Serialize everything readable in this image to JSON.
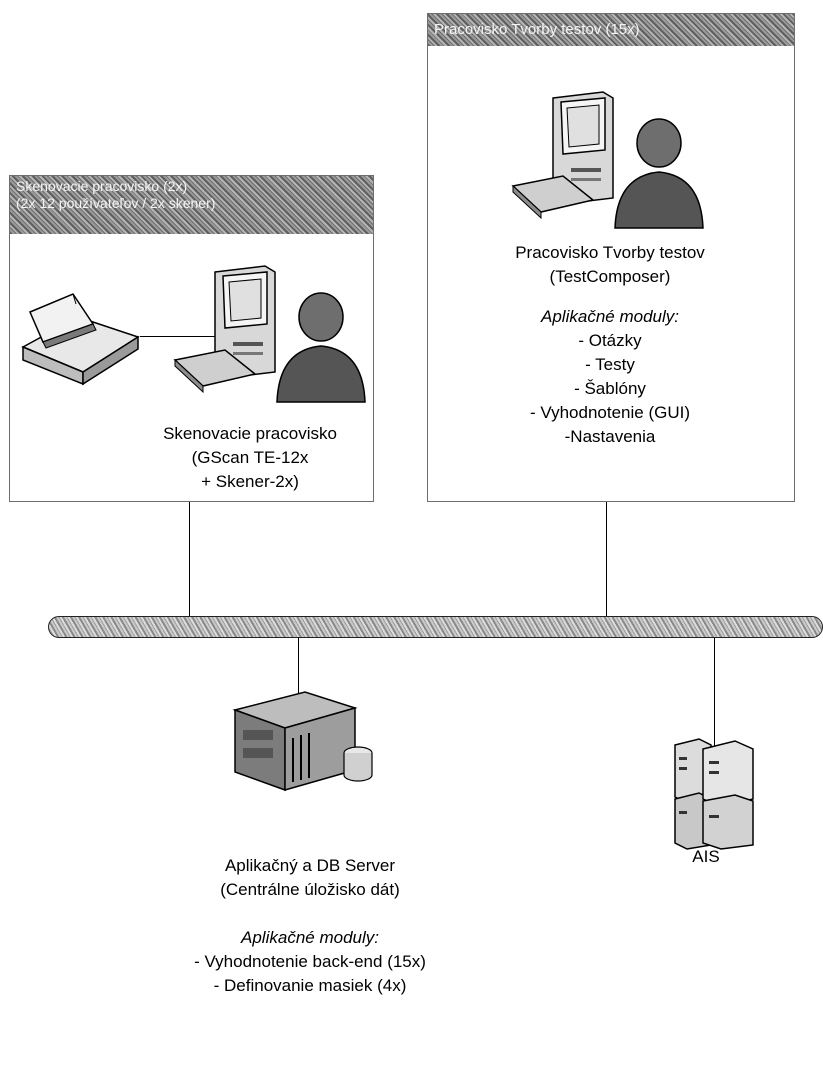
{
  "left_panel": {
    "header_line1": "Skenovacie pracovisko (2x)",
    "header_line2": "(2x 12 používateľov / 2x skener)",
    "caption_line1": "Skenovacie pracovisko",
    "caption_line2": "(GScan TE-12x",
    "caption_line3": "+ Skener-2x)"
  },
  "right_panel": {
    "header": "Pracovisko Tvorby testov (15x)",
    "caption_line1": "Pracovisko Tvorby testov",
    "caption_line2": "(TestComposer)",
    "modules_title": "Aplikačné moduly:",
    "modules": [
      "- Otázky",
      "- Testy",
      "- Šablóny",
      "- Vyhodnotenie (GUI)",
      "-Nastavenia"
    ]
  },
  "server": {
    "caption_line1": "Aplikačný a DB Server",
    "caption_line2": "(Centrálne úložisko dát)",
    "modules_title": "Aplikačné moduly:",
    "modules": [
      "- Vyhodnotenie back-end (15x)",
      "- Definovanie masiek (4x)"
    ]
  },
  "ais": {
    "label": "AIS"
  }
}
